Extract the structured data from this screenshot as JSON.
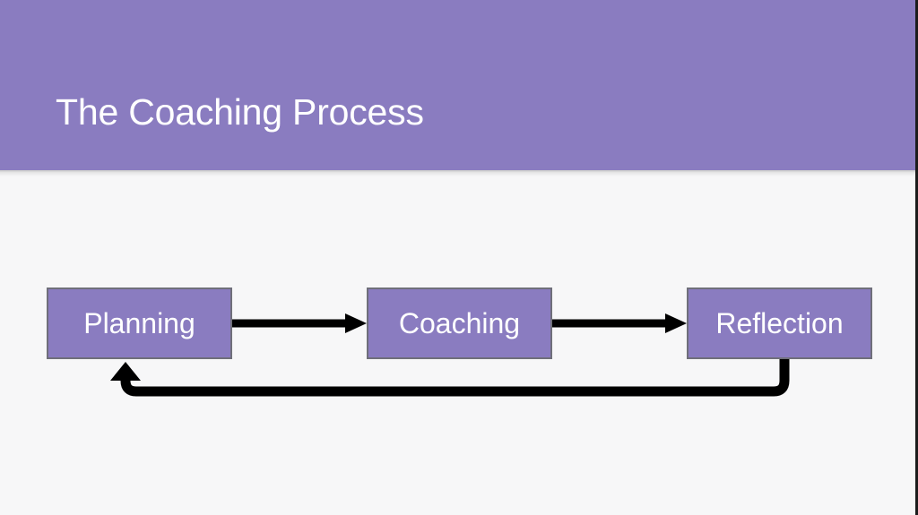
{
  "slide": {
    "title": "The Coaching Process",
    "background_color": "#f7f7f8",
    "header_color": "#8a7cc0",
    "title_color": "#ffffff"
  },
  "diagram": {
    "type": "process-cycle-flowchart",
    "node_fill_color": "#8a7cc0",
    "node_border_color": "#6f6f7a",
    "node_text_color": "#ffffff",
    "connector_color": "#000000",
    "nodes": [
      {
        "id": "planning",
        "label": "Planning"
      },
      {
        "id": "coaching",
        "label": "Coaching"
      },
      {
        "id": "reflection",
        "label": "Reflection"
      }
    ],
    "connectors": [
      {
        "from": "planning",
        "to": "coaching",
        "style": "straight-arrow",
        "direction": "right"
      },
      {
        "from": "coaching",
        "to": "reflection",
        "style": "straight-arrow",
        "direction": "right"
      },
      {
        "from": "reflection",
        "to": "planning",
        "style": "loop-back-arrow",
        "direction": "up"
      }
    ]
  }
}
